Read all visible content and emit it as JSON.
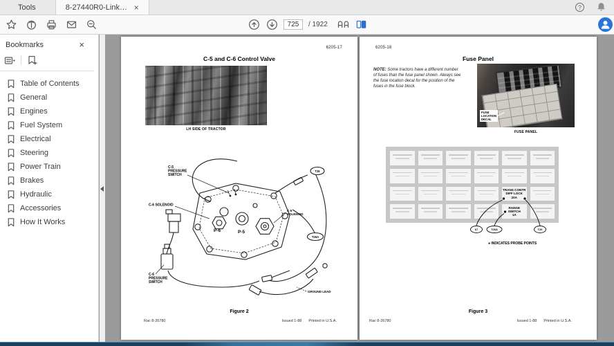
{
  "window": {
    "tabs": [
      {
        "label": "Tools"
      },
      {
        "label": "8-27440R0-Linked ...",
        "close": "×"
      }
    ],
    "help_glyph": "?",
    "nav": {
      "page_value": "725",
      "page_total": "/ 1922"
    }
  },
  "sidebar": {
    "title": "Bookmarks",
    "close": "×",
    "items": [
      {
        "label": "Table of Contents"
      },
      {
        "label": "General"
      },
      {
        "label": "Engines"
      },
      {
        "label": "Fuel System"
      },
      {
        "label": "Electrical"
      },
      {
        "label": "Steering"
      },
      {
        "label": "Power Train"
      },
      {
        "label": "Brakes"
      },
      {
        "label": "Hydraulic"
      },
      {
        "label": "Accessories"
      },
      {
        "label": "How It Works"
      }
    ]
  },
  "pages": {
    "left": {
      "page_number": "6205-17",
      "title": "C-5 and C-6 Control Valve",
      "photo_caption": "LH SIDE OF TRACTOR",
      "figure_caption": "Figure 2",
      "diagram": {
        "c5_ps_line1": "C-5",
        "c5_ps_line2": "PRESSURE",
        "c5_ps_line3": "SWITCH",
        "c6_solenoid": "C-6 SOLENOID",
        "c5_sol_line1": "C-5",
        "c5_sol_line2": "SOLENOID",
        "port_p6": "P-6",
        "port_p5": "P-5",
        "c6_ps_line1": "C-6",
        "c6_ps_line2": "PRESSURE",
        "c6_ps_line3": "SWITCH",
        "ground_lead": "GROUND LEAD",
        "tag_t26": "T26",
        "tag_t26a": "T26A"
      },
      "footer": {
        "code": "Rac 8-26780",
        "issued": "Issued 1-88",
        "printed": "Printed in U.S.A."
      }
    },
    "right": {
      "page_number": "6205-18",
      "title": "Fuse Panel",
      "note_label": "NOTE:",
      "note_text": " Some tractors have a different number of fuses than the fuse panel shown. Always see the fuse location decal for the position of the fuses in the fuse block.",
      "photo_label": "FUSE\nLOCATION\nDECAL",
      "photo_caption": "FUSE PANEL",
      "fuse_cells": [
        "",
        "",
        "",
        "",
        "",
        "",
        "",
        "",
        "",
        "",
        "",
        "",
        "",
        "",
        "",
        "",
        "TRANS CONTR\nDIFF LOCK\n20A",
        "",
        "",
        "",
        "",
        "",
        "RANGE SWITCH\n1A",
        ""
      ],
      "probe_tags": [
        "67",
        "T26A",
        "T26"
      ],
      "probe_note": "● INDICATES PROBE POINTS",
      "figure_caption": "Figure 3",
      "footer": {
        "code": "Rac 8-26780",
        "issued": "Issued 1-88",
        "printed": "Printed in U.S.A."
      }
    }
  }
}
